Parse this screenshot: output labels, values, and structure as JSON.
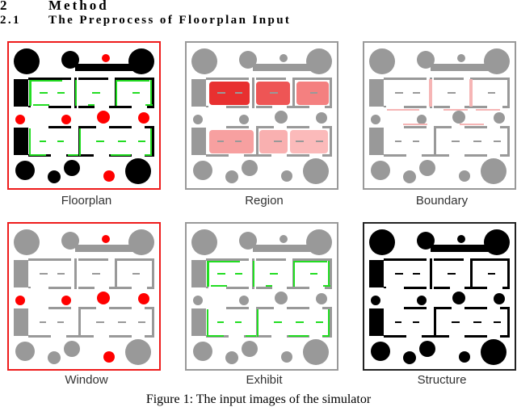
{
  "section": {
    "number": "2",
    "title": "Method"
  },
  "subsection": {
    "number": "2.1",
    "title": "The Preprocess of Floorplan Input"
  },
  "panels": [
    {
      "label": "Floorplan",
      "frame": "#ee1c1c",
      "wall": "#000000",
      "window": "#ff0000",
      "exhibit": "#22dd22",
      "region": false,
      "boundary": false
    },
    {
      "label": "Region",
      "frame": "#999999",
      "wall": "#999999",
      "window": "#999999",
      "exhibit": null,
      "region": true,
      "boundary": false
    },
    {
      "label": "Boundary",
      "frame": "#999999",
      "wall": "#999999",
      "window": "#999999",
      "exhibit": null,
      "region": false,
      "boundary": true
    },
    {
      "label": "Window",
      "frame": "#ee1c1c",
      "wall": "#999999",
      "window": "#ff0000",
      "exhibit": null,
      "region": false,
      "boundary": false
    },
    {
      "label": "Exhibit",
      "frame": "#999999",
      "wall": "#999999",
      "window": "#999999",
      "exhibit": "#22dd22",
      "region": false,
      "boundary": false
    },
    {
      "label": "Structure",
      "frame": "#222222",
      "wall": "#000000",
      "window": "#000000",
      "exhibit": null,
      "region": false,
      "boundary": false
    }
  ],
  "caption": "Figure 1: The input images of the simulator"
}
